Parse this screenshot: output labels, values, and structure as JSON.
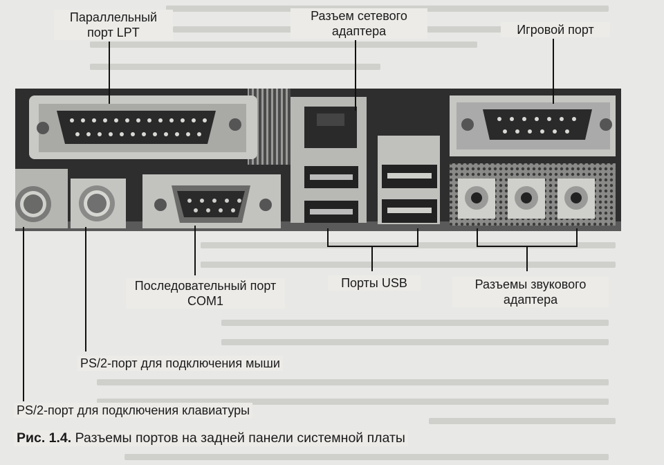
{
  "labels": {
    "lpt": "Параллельный\nпорт LPT",
    "network": "Разъем сетевого\nадаптера",
    "game": "Игровой порт",
    "com": "Последовательный порт\nCOM1",
    "usb": "Порты USB",
    "audio": "Разъемы звукового\nадаптера",
    "ps2_mouse": "PS/2-порт для подключения мыши",
    "ps2_keyboard": "PS/2-порт для подключения клавиатуры"
  },
  "caption": {
    "number": "Рис. 1.4.",
    "text": "Разъемы портов на задней панели системной платы"
  }
}
